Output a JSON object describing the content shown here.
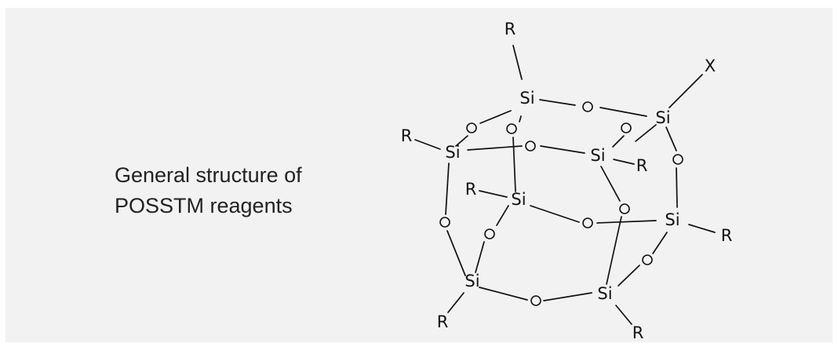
{
  "caption": {
    "line1": "General structure of",
    "line2": "POSSTM reagents"
  },
  "molecule": {
    "labels": {
      "silicon": "Si",
      "substituent": "R",
      "functional_group": "X",
      "oxygen": "O"
    },
    "silicon_atoms": [
      "Si",
      "Si",
      "Si",
      "Si",
      "Si",
      "Si",
      "Si",
      "Si"
    ],
    "substituents": [
      "R",
      "R",
      "R",
      "R",
      "R",
      "R",
      "R",
      "X"
    ],
    "oxygen_bridge_count": 12
  }
}
